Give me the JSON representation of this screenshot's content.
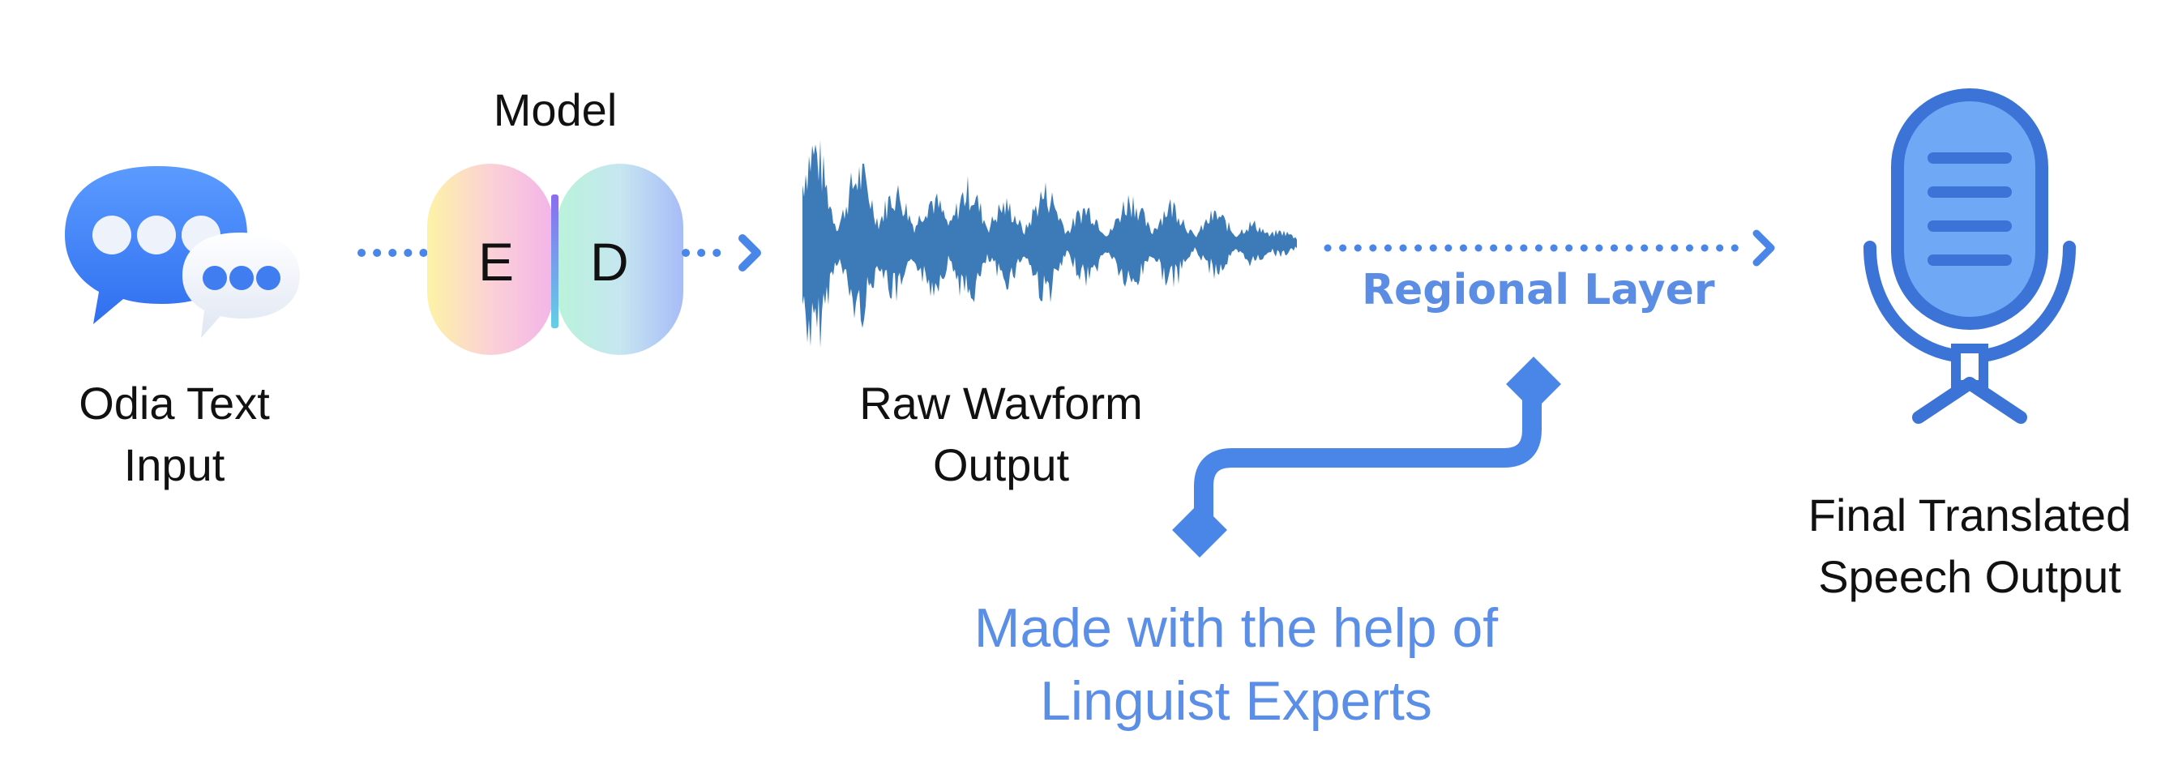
{
  "colors": {
    "accent_blue": "#4a86e8",
    "regional_text": "#5a8de3",
    "waveform": "#3d7ab8",
    "mic_fill": "#6fa8f5",
    "mic_stroke": "#3b74d6",
    "text": "#111111"
  },
  "nodes": {
    "input": {
      "label_lines": [
        "Odia Text",
        "Input"
      ],
      "icon": "chat-bubbles-icon"
    },
    "model": {
      "title": "Model",
      "encoder_letter": "E",
      "decoder_letter": "D",
      "icon": "encoder-decoder-icon"
    },
    "waveform": {
      "label_lines": [
        "Raw Wavform",
        "Output"
      ],
      "icon": "waveform-icon"
    },
    "output": {
      "label_lines": [
        "Final Translated",
        "Speech Output"
      ],
      "icon": "microphone-icon"
    }
  },
  "edges": {
    "regional_label": "Regional Layer"
  },
  "annotation": {
    "lines": [
      "Made with the help of",
      "Linguist Experts"
    ]
  }
}
